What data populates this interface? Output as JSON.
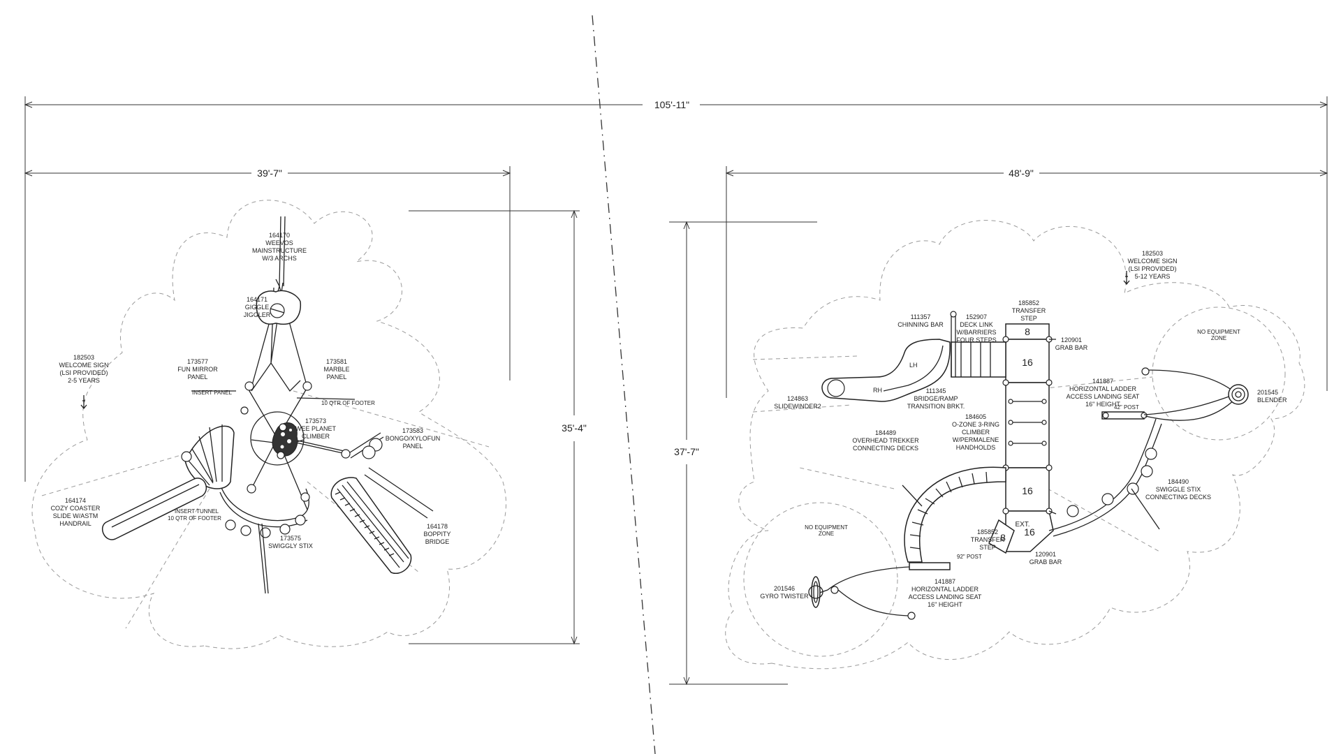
{
  "dimensions": {
    "overall": "105'-11\"",
    "left_width": "39'-7\"",
    "left_height": "35'-4\"",
    "right_width": "48'-9\"",
    "right_height": "37'-7\""
  },
  "left_labels": [
    [
      "164170",
      "WEEVOS",
      "MAINSTRUCTURE",
      "W/3 ARCHS"
    ],
    [
      "164171",
      "GIGGLE",
      "JIGGLER"
    ],
    [
      "173577",
      "FUN MIRROR",
      "PANEL"
    ],
    [
      "173581",
      "MARBLE",
      "PANEL"
    ],
    [
      "182503",
      "WELCOME SIGN",
      "(LSI PROVIDED)",
      "2-5 YEARS"
    ],
    [
      "173573",
      "WEE PLANET",
      "CLIMBER"
    ],
    [
      "173583",
      "BONGO/XYLOFUN",
      "PANEL"
    ],
    [
      "164174",
      "COZY COASTER",
      "SLIDE W/ASTM",
      "HANDRAIL"
    ],
    [
      "164178",
      "BOPPITY",
      "BRIDGE"
    ],
    [
      "173575",
      "SWIGGLY STIX"
    ]
  ],
  "right_labels": [
    [
      "182503",
      "WELCOME SIGN",
      "(LSI PROVIDED)",
      "5-12 YEARS"
    ],
    [
      "185852",
      "TRANSFER",
      "STEP"
    ],
    [
      "111357",
      "CHINNING BAR"
    ],
    [
      "152907",
      "DECK LINK",
      "W/BARRIERS",
      "FOUR STEPS"
    ],
    [
      "120901",
      "GRAB BAR"
    ],
    [
      "141887",
      "HORIZONTAL LADDER",
      "ACCESS LANDING SEAT",
      "16\" HEIGHT"
    ],
    [
      "201545",
      "BLENDER"
    ],
    [
      "124863",
      "SLIDEWINDER2"
    ],
    [
      "111345",
      "BRIDGE/RAMP",
      "TRANSITION BRKT."
    ],
    [
      "184605",
      "O-ZONE 3-RING",
      "CLIMBER",
      "W/PERMALENE",
      "HANDHOLDS"
    ],
    [
      "184489",
      "OVERHEAD TREKKER",
      "CONNECTING DECKS"
    ],
    [
      "184490",
      "SWIGGLE STIX",
      "CONNECTING DECKS"
    ],
    [
      "185852",
      "TRANSFER",
      "STEP"
    ],
    [
      "120901",
      "GRAB BAR"
    ],
    [
      "201546",
      "GYRO TWISTER"
    ],
    [
      "141887",
      "HORIZONTAL LADDER",
      "ACCESS LANDING SEAT",
      "16\" HEIGHT"
    ]
  ],
  "no_equipment_zone": [
    "NO EQUIPMENT",
    "ZONE"
  ],
  "deck_numbers": [
    "8",
    "16",
    "16",
    "8",
    "16",
    "EXT."
  ],
  "slide_marks": [
    "LH",
    "RH"
  ]
}
